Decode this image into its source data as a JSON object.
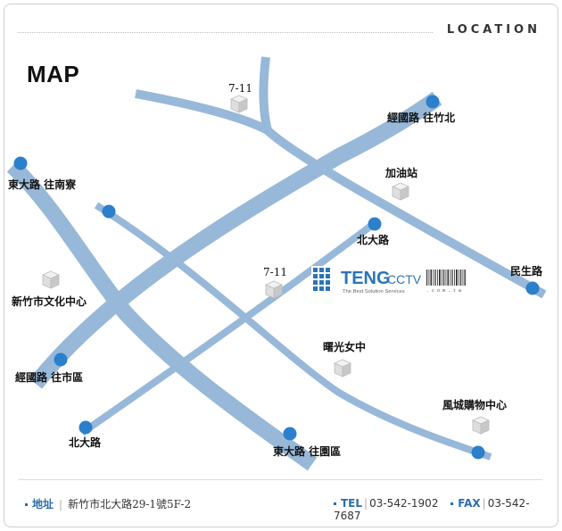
{
  "header": {
    "title": "LOCATION"
  },
  "map": {
    "title": "MAP",
    "labels": {
      "seven_eleven_top": "7-11",
      "jingguo_zhubei": "經國路  往竹北",
      "dongda_nanliao": "東大路  往南寮",
      "gas_station": "加油站",
      "beida_north": "北大路",
      "minsheng": "民生路",
      "seven_eleven_mid": "7-11",
      "culture_center": "新竹市文化中心",
      "shuguang": "曙光女中",
      "jingguo_city": "經國路  往市區",
      "fengcheng": "風城購物中心",
      "beida_south": "北大路",
      "dongda_yuanqu": "東大路  往園區"
    },
    "colors": {
      "road": "#97b8d8",
      "marker": "#2b7fcb"
    }
  },
  "logo": {
    "brand": "TENG",
    "brand_suffix": "CCTV",
    "tagline": "The Best Solution Services",
    "domain": ". c o m . t w",
    "colors": {
      "icon": "#2a75b8",
      "brand": "#2a75b8",
      "accent": "#3aa64a"
    }
  },
  "footer": {
    "address_label": "地址",
    "address_value": "新竹市北大路29-1號5F-2",
    "tel_label": "TEL",
    "tel_value": "03-542-1902",
    "fax_label": "FAX",
    "fax_value": "03-542-7687"
  }
}
